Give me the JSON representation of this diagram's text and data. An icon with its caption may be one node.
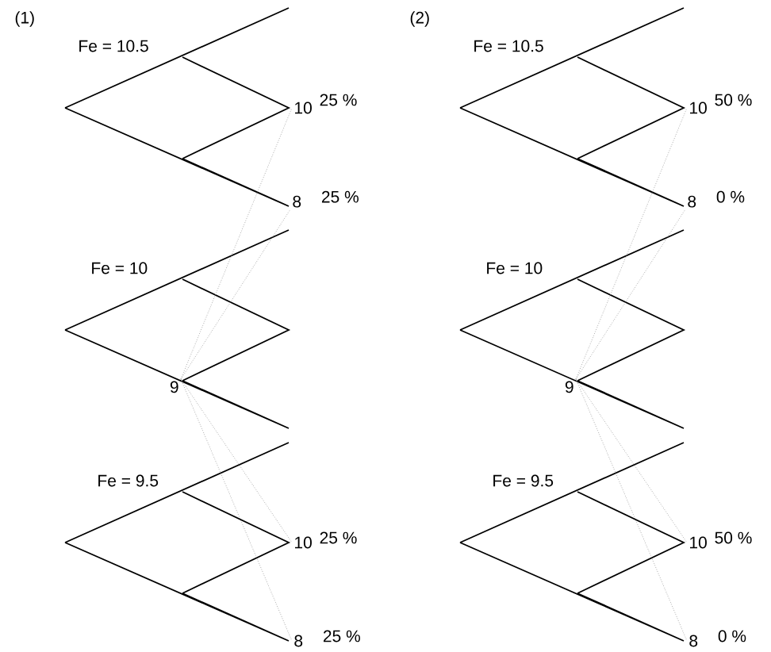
{
  "diagram": {
    "nodes": [
      {
        "text": [
          "10"
        ],
        "beside": [
          "25 %"
        ]
      },
      {
        "text": [
          "8"
        ],
        "beside": [
          "25 %"
        ]
      },
      {
        "text": [
          "9"
        ]
      },
      {
        "text": [
          "10"
        ],
        "beside": [
          "25 %"
        ]
      },
      {
        "text": [
          "8"
        ],
        "beside": [
          "25 %"
        ]
      },
      {
        "text": [
          "10"
        ],
        "beside": [
          "50 %"
        ]
      },
      {
        "text": [
          "8"
        ],
        "beside": [
          "0 %"
        ]
      },
      {
        "text": [
          "9"
        ]
      },
      {
        "text": [
          "10"
        ],
        "beside": [
          "50 %"
        ]
      },
      {
        "text": [
          "8"
        ],
        "beside": [
          "0 %"
        ]
      }
    ],
    "edges": [
      {
        "from": 2,
        "to": 0,
        "arrow": "none",
        "style": "dashed"
      },
      {
        "from": 2,
        "to": 1,
        "arrow": "none",
        "style": "dashed"
      },
      {
        "from": 2,
        "to": 3,
        "arrow": "none",
        "style": "dashed"
      },
      {
        "from": 2,
        "to": 4,
        "arrow": "none",
        "style": "dashed"
      },
      {
        "from": 7,
        "to": 5,
        "arrow": "none",
        "style": "dashed"
      },
      {
        "from": 7,
        "to": 6,
        "arrow": "none",
        "style": "dashed"
      },
      {
        "from": 7,
        "to": 8,
        "arrow": "none",
        "style": "dashed"
      },
      {
        "from": 7,
        "to": 9,
        "arrow": "none",
        "style": "dashed"
      }
    ],
    "labels": [
      "(1)",
      "Fe = 10.5",
      "Fe = 10",
      "Fe = 9.5",
      "(2)",
      "Fe = 10.5",
      "Fe = 10",
      "Fe = 9.5"
    ]
  }
}
